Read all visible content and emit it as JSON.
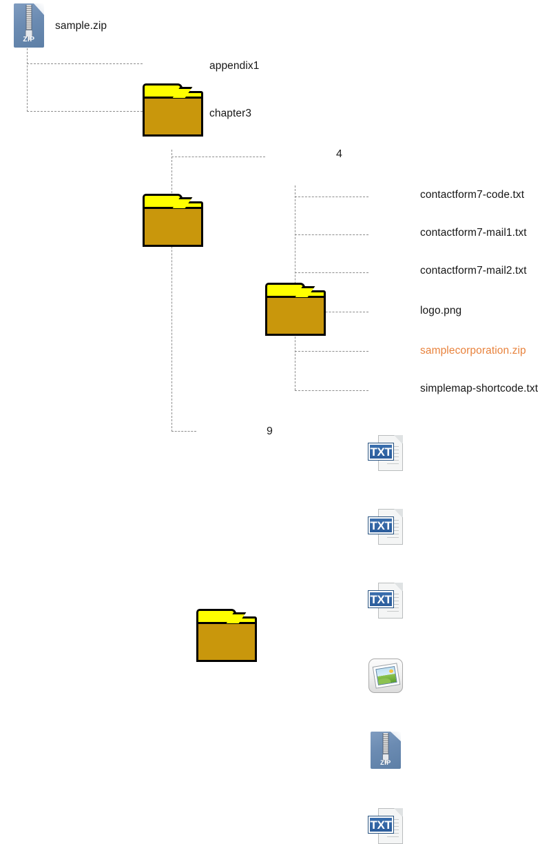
{
  "diagram": {
    "title": "zip-archive-file-tree",
    "colors": {
      "folder_tab": "#ffff00",
      "folder_body": "#c9970c",
      "zip_blue": "#6b8bb2",
      "txt_badge_blue": "#2b5d9c",
      "highlight_orange": "#e8823c",
      "connector_gray": "#8c8c8c",
      "text_dark": "#161616"
    },
    "nodes": {
      "root": {
        "label": "sample.zip",
        "icon": "zip-icon",
        "badge": "ZIP"
      },
      "folder_appendix1": {
        "label": "appendix1",
        "icon": "folder-icon"
      },
      "folder_chapter3": {
        "label": "chapter3",
        "icon": "folder-icon"
      },
      "folder_4": {
        "label": "4",
        "icon": "folder-icon"
      },
      "folder_9": {
        "label": "9",
        "icon": "folder-icon"
      }
    },
    "files": [
      {
        "label": "contactform7-code.txt",
        "icon": "txt-file-icon",
        "badge": "TXT",
        "highlight": false
      },
      {
        "label": "contactform7-mail1.txt",
        "icon": "txt-file-icon",
        "badge": "TXT",
        "highlight": false
      },
      {
        "label": "contactform7-mail2.txt",
        "icon": "txt-file-icon",
        "badge": "TXT",
        "highlight": false
      },
      {
        "label": "logo.png",
        "icon": "image-file-icon",
        "badge": "",
        "highlight": false
      },
      {
        "label": "samplecorporation.zip",
        "icon": "zip-file-icon",
        "badge": "ZIP",
        "highlight": true
      },
      {
        "label": "simplemap-shortcode.txt",
        "icon": "txt-file-icon",
        "badge": "TXT",
        "highlight": false
      }
    ]
  }
}
